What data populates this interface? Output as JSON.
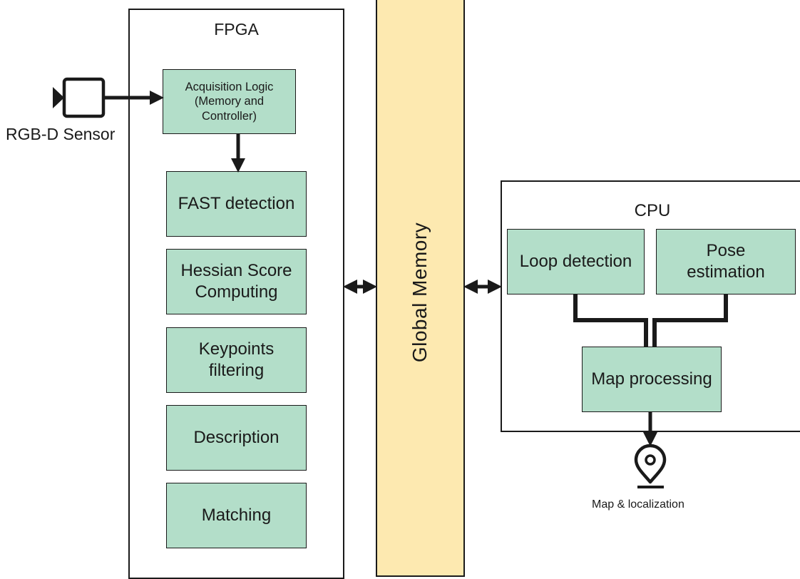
{
  "fpga": {
    "title": "FPGA",
    "blocks": {
      "acquisition": "Acquisition Logic\n(Memory and\nController)",
      "fast": "FAST detection",
      "hessian": "Hessian Score\nComputing",
      "keypoints": "Keypoints\nfiltering",
      "description": "Description",
      "matching": "Matching"
    }
  },
  "global_memory": {
    "label": "Global Memory"
  },
  "cpu": {
    "title": "CPU",
    "blocks": {
      "loop": "Loop detection",
      "pose": "Pose\nestimation",
      "map": "Map processing"
    }
  },
  "sensor": {
    "label": "RGB-D Sensor",
    "icon": "camera-icon"
  },
  "output": {
    "label": "Map & localization",
    "icon": "location-pin-icon"
  },
  "colors": {
    "block_fill": "#b3dec9",
    "memory_fill": "#fde9b0",
    "stroke": "#1a1a1a"
  }
}
